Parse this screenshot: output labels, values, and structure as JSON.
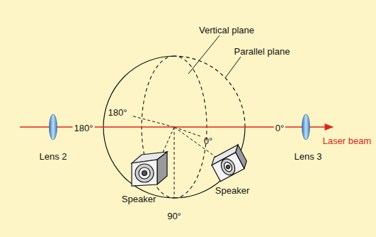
{
  "diagram": {
    "labels": [
      "Vertical plane",
      "Parallel plane",
      "180°",
      "180°",
      "0°",
      "0°",
      "90°",
      "Lens 2",
      "Lens 3",
      "Speaker",
      "Speaker",
      "Laser beam"
    ]
  }
}
